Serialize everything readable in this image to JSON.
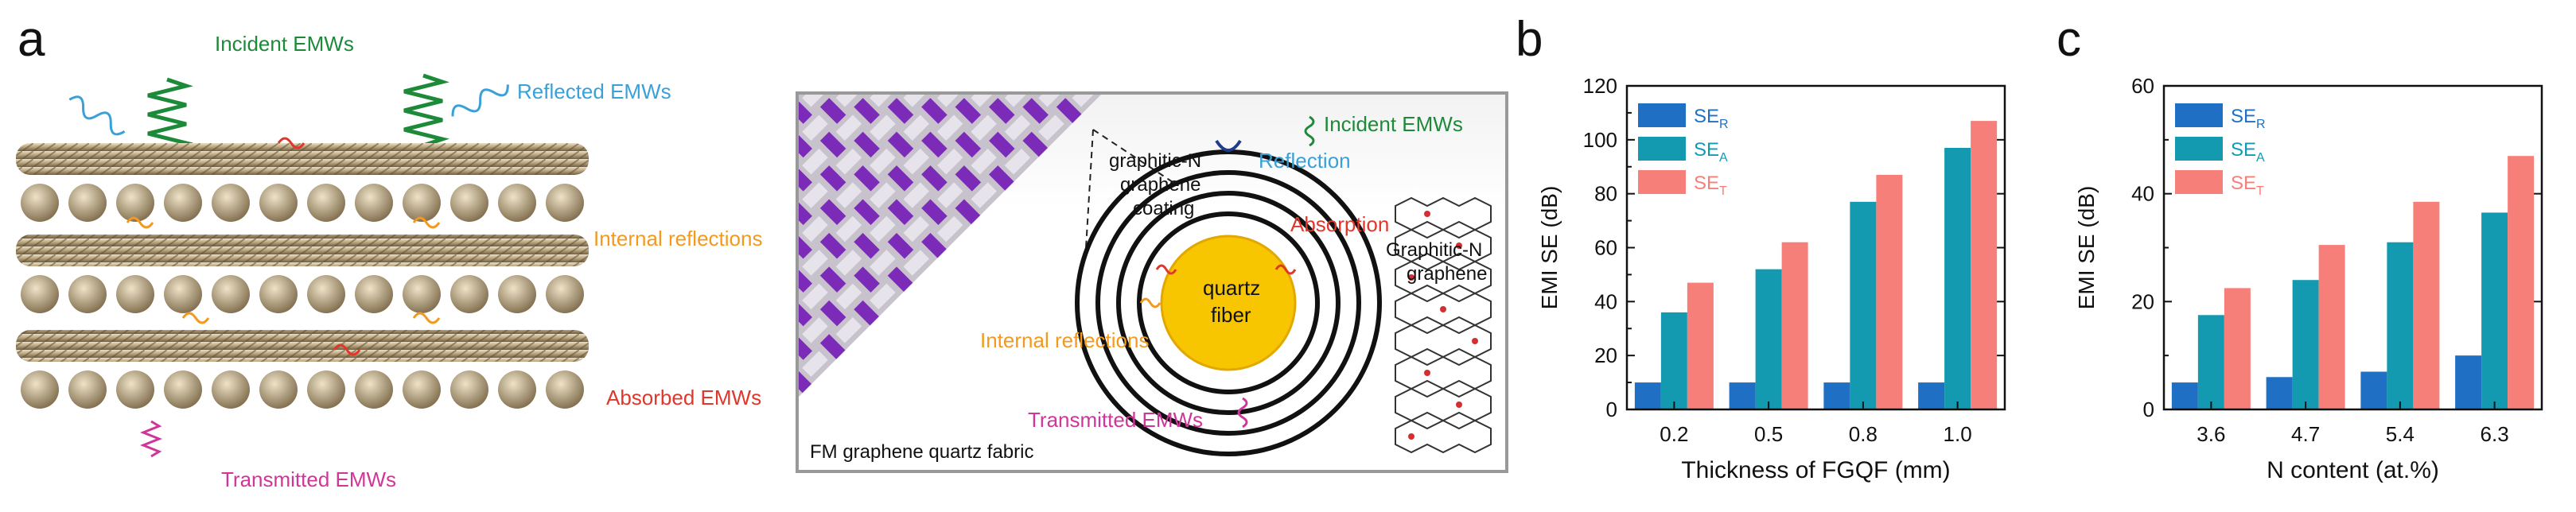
{
  "panel_labels": [
    "a",
    "b",
    "c"
  ],
  "schematic": {
    "labels": {
      "incident": "Incident EMWs",
      "reflected": "Reflected EMWs",
      "internal": "Internal reflections",
      "absorbed": "Absorbed EMWs",
      "transmitted": "Transmitted EMWs"
    },
    "inset": {
      "coating": [
        "graphitic-N",
        "graphene",
        "coating"
      ],
      "incident": "Incident EMWs",
      "reflection": "Reflection",
      "absorption": "Absorption",
      "internal": "Internal reflections",
      "transmitted": "Transmitted EMWs",
      "fiber": [
        "quartz",
        "fiber"
      ],
      "graphene": [
        "Graphitic-N",
        "graphene"
      ],
      "caption": "FM graphene quartz fabric"
    }
  },
  "colors": {
    "SE_R": "#1f6fc4",
    "SE_A": "#139ab0",
    "SE_T": "#f77f7a"
  },
  "chart_data": [
    {
      "type": "bar",
      "panel": "b",
      "categories": [
        "0.2",
        "0.5",
        "0.8",
        "1.0"
      ],
      "series": [
        {
          "name": "SE",
          "sub": "R",
          "values": [
            10,
            10,
            10,
            10
          ]
        },
        {
          "name": "SE",
          "sub": "A",
          "values": [
            36,
            52,
            77,
            97
          ]
        },
        {
          "name": "SE",
          "sub": "T",
          "values": [
            47,
            62,
            87,
            107
          ]
        }
      ],
      "xlabel": "Thickness of FGQF (mm)",
      "ylabel": "EMI SE (dB)",
      "ylim": [
        0,
        120
      ],
      "yticks": [
        "0",
        "20",
        "40",
        "60",
        "80",
        "100",
        "120"
      ],
      "legend": "top-left"
    },
    {
      "type": "bar",
      "panel": "c",
      "categories": [
        "3.6",
        "4.7",
        "5.4",
        "6.3"
      ],
      "series": [
        {
          "name": "SE",
          "sub": "R",
          "values": [
            5,
            6,
            7,
            10
          ]
        },
        {
          "name": "SE",
          "sub": "A",
          "values": [
            17.5,
            24,
            31,
            36.5
          ]
        },
        {
          "name": "SE",
          "sub": "T",
          "values": [
            22.5,
            30.5,
            38.5,
            47
          ]
        }
      ],
      "xlabel": "N content (at.%)",
      "ylabel": "EMI SE (dB)",
      "ylim": [
        0,
        60
      ],
      "yticks": [
        "0",
        "20",
        "40",
        "60"
      ],
      "legend": "top-left"
    }
  ]
}
